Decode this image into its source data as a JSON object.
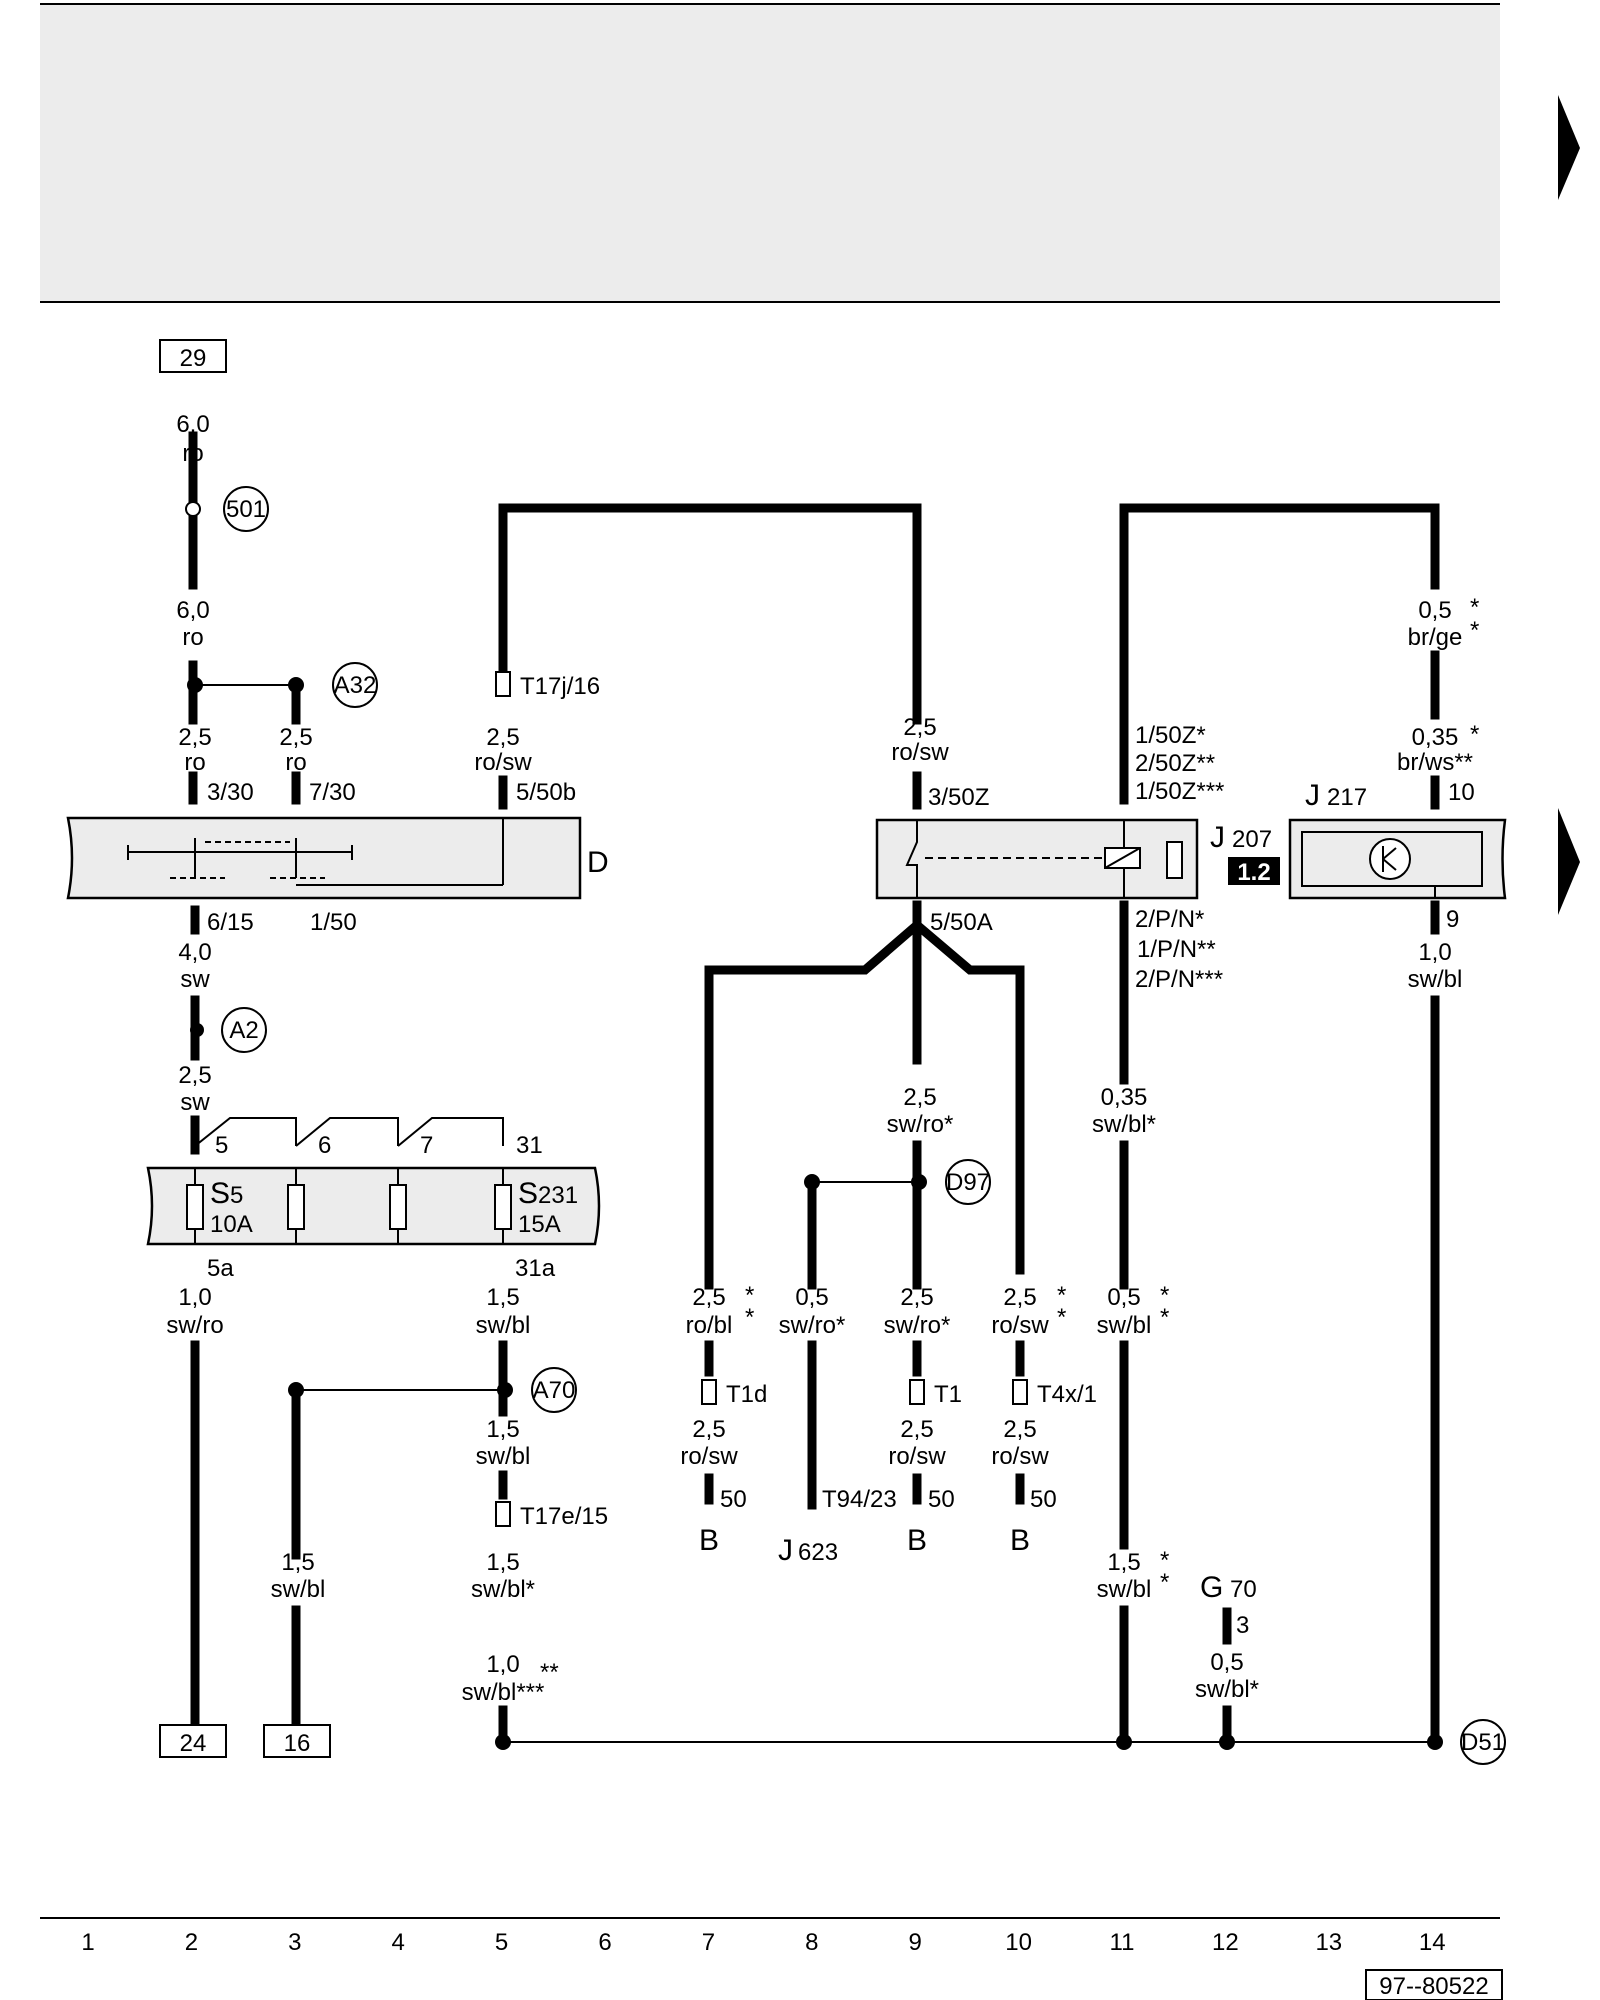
{
  "header": {
    "arrow_top": "▶",
    "arrow_mid": "▶"
  },
  "terminals": {
    "t29": "29",
    "t24": "24",
    "t16": "16"
  },
  "components": {
    "D": "D",
    "J207": "J",
    "J207_sub": "207",
    "J207_badge": "1.2",
    "J217": "J",
    "J217_sub": "217",
    "S5": "S",
    "S5_sub": "5",
    "S5_rating": "10A",
    "S231": "S",
    "S231_sub": "231",
    "S231_rating": "15A",
    "J623": "J",
    "J623_sub": "623",
    "G70": "G",
    "G70_sub": "70",
    "B1": "B",
    "B2": "B",
    "B3": "B"
  },
  "connectors": {
    "c501": "501",
    "A32": "A32",
    "A2": "A2",
    "A70": "A70",
    "D97": "D97",
    "D51": "D51"
  },
  "pins": {
    "p330": "3/30",
    "p730": "7/30",
    "p550b": "5/50b",
    "p615": "6/15",
    "p150": "1/50",
    "p350Z": "3/50Z",
    "p550A": "5/50A",
    "p150Z1": "1/50Z*",
    "p250Z": "2/50Z**",
    "p150Z3": "1/50Z***",
    "p2PN1": "2/P/N*",
    "p1PN": "1/P/N**",
    "p2PN3": "2/P/N***",
    "p10": "10",
    "p9": "9",
    "f5": "5",
    "f6": "6",
    "f7": "7",
    "f31": "31",
    "f5a": "5a",
    "f31a": "31a",
    "T17j": "T17j/16",
    "T17e": "T17e/15",
    "T1d": "T1d",
    "T1": "T1",
    "T4x": "T4x/1",
    "T94": "T94/23",
    "p50a": "50",
    "p50b": "50",
    "p50c": "50",
    "g3": "3"
  },
  "wires": {
    "w1a": "6,0",
    "w1b": "ro",
    "w2a": "6,0",
    "w2b": "ro",
    "w3a": "2,5",
    "w3b": "ro",
    "w4a": "2,5",
    "w4b": "ro",
    "w5a": "2,5",
    "w5b": "ro/sw",
    "w6a": "4,0",
    "w6b": "sw",
    "w7a": "2,5",
    "w7b": "sw",
    "w8a": "1,0",
    "w8b": "sw/ro",
    "w9a": "1,5",
    "w9b": "sw/bl",
    "w10a": "1,5",
    "w10b": "sw/bl",
    "w11a": "1,5",
    "w11b": "sw/bl*",
    "w12a": "1,0",
    "w12b": "sw/bl***",
    "w12c": "**",
    "w13a": "1,5",
    "w13b": "sw/bl",
    "w14a": "2,5",
    "w14b": "ro/sw",
    "w15a": "2,5",
    "w15b": "sw/ro*",
    "w16a": "2,5",
    "w16b": "ro/bl",
    "w16c": "*",
    "w16d": "*",
    "w17a": "2,5",
    "w17b": "ro/sw",
    "w18a": "0,5",
    "w18b": "sw/ro*",
    "w19a": "2,5",
    "w19b": "sw/ro*",
    "w20a": "2,5",
    "w20b": "ro/sw",
    "w21a": "2,5",
    "w21b": "ro/sw",
    "w21c": "*",
    "w21d": "*",
    "w22a": "2,5",
    "w22b": "ro/sw",
    "w23a": "0,35",
    "w23b": "sw/bl*",
    "w24a": "0,5",
    "w24b": "sw/bl",
    "w24c": "*",
    "w24d": "*",
    "w25a": "1,5",
    "w25b": "sw/bl",
    "w25c": "*",
    "w25d": "*",
    "w26a": "0,5",
    "w26b": "br/ge",
    "w26c": "*",
    "w26d": "*",
    "w27a": "0,35",
    "w27b": "br/ws**",
    "w27c": "*",
    "w28a": "1,0",
    "w28b": "sw/bl",
    "w29a": "0,5",
    "w29b": "sw/bl*"
  },
  "footer": {
    "columns": [
      "1",
      "2",
      "3",
      "4",
      "5",
      "6",
      "7",
      "8",
      "9",
      "10",
      "11",
      "12",
      "13",
      "14"
    ],
    "doc_id": "97--80522"
  }
}
